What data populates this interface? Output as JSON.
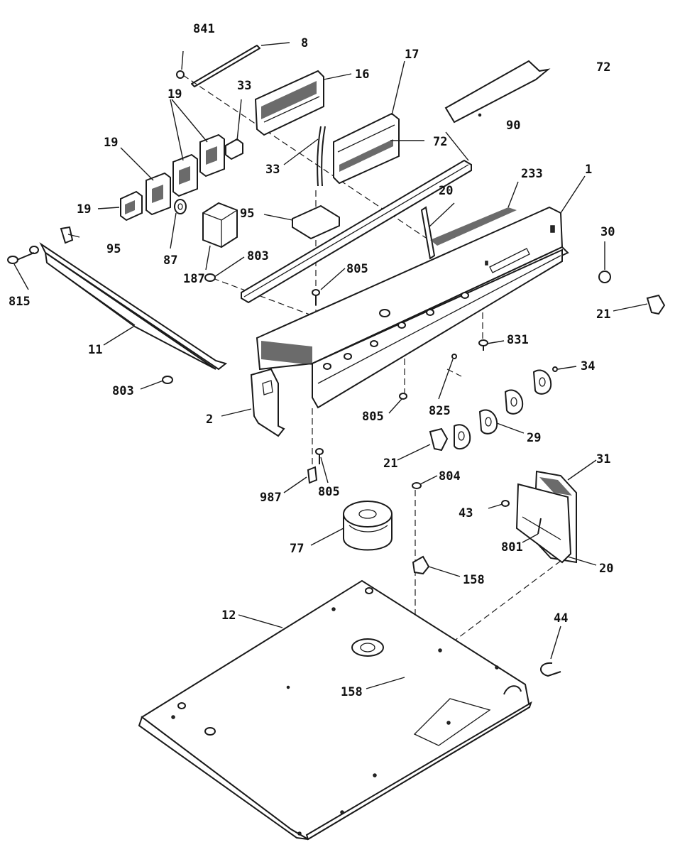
{
  "labels": {
    "l841": "841",
    "l8": "8",
    "l16": "16",
    "l17": "17",
    "l72a": "72",
    "l72b": "72",
    "l33a": "33",
    "l33b": "33",
    "l19a": "19",
    "l19b": "19",
    "l19c": "19",
    "l90": "90",
    "l233": "233",
    "l1": "1",
    "l95a": "95",
    "l95b": "95",
    "l20a": "20",
    "l87": "87",
    "l187": "187",
    "l803a": "803",
    "l805a": "805",
    "l815": "815",
    "l11": "11",
    "l30": "30",
    "l21a": "21",
    "l831": "831",
    "l34": "34",
    "l803b": "803",
    "l825": "825",
    "l805b": "805",
    "l2": "2",
    "l29": "29",
    "l21b": "21",
    "l31": "31",
    "l804": "804",
    "l43": "43",
    "l987": "987",
    "l805c": "805",
    "l801": "801",
    "l20b": "20",
    "l77": "77",
    "l158a": "158",
    "l12": "12",
    "l44": "44",
    "l158b": "158"
  }
}
